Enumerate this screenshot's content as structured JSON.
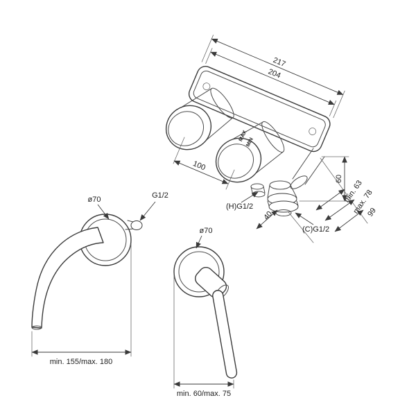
{
  "colors": {
    "line": "#3a3a3a",
    "background": "#ffffff"
  },
  "mixer_unit": {
    "dim_width_outer": "217",
    "dim_width_inner": "204",
    "dim_valve_spacing": "100",
    "dim_outlet_offset": "40",
    "dim_height": "60",
    "dim_depth_min": "min. 63",
    "dim_depth_max": "max. 78",
    "dim_depth_total": "99",
    "label_hot_inlet": "(H)G1/2",
    "label_cold_inlet": "(C)G1/2",
    "label_max": "MAX",
    "label_min": "MIN"
  },
  "spout": {
    "dim_flange_diameter": "ø70",
    "label_thread": "G1/2",
    "dim_projection": "min. 155/max. 180"
  },
  "handle": {
    "dim_flange_diameter": "ø70",
    "dim_projection": "min. 60/max. 75"
  }
}
